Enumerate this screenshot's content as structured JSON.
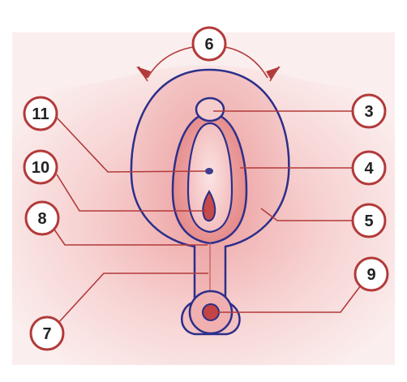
{
  "callouts": [
    {
      "id": "c6",
      "label": "6"
    },
    {
      "id": "c11",
      "label": "11"
    },
    {
      "id": "c10",
      "label": "10"
    },
    {
      "id": "c8",
      "label": "8"
    },
    {
      "id": "c7",
      "label": "7"
    },
    {
      "id": "c3",
      "label": "3"
    },
    {
      "id": "c4",
      "label": "4"
    },
    {
      "id": "c5",
      "label": "5"
    },
    {
      "id": "c9",
      "label": "9"
    }
  ],
  "colors": {
    "outline": "#2b2f8a",
    "leader": "#b23a3a",
    "badge_fill": "#ffffff",
    "badge_stroke": "#b23a3a",
    "tissue_outer": "#f3c3c3",
    "tissue_mid": "#eb9a9a",
    "tissue_inner": "#e27c7c"
  }
}
